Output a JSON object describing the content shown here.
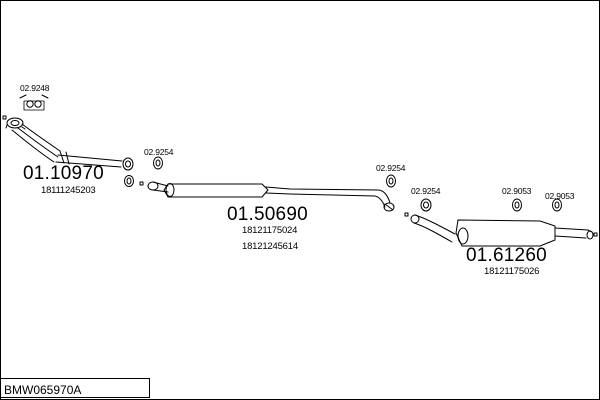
{
  "reference": "BMW065970A",
  "parts": [
    {
      "id": "front-pipe",
      "number": "01.10970",
      "oem": [
        "18111245203"
      ]
    },
    {
      "id": "center-silencer",
      "number": "01.50690",
      "oem": [
        "18121175024",
        "18121245614"
      ]
    },
    {
      "id": "rear-silencer",
      "number": "01.61260",
      "oem": [
        "18121175026"
      ]
    }
  ],
  "accessories": [
    {
      "id": "gasket-top-left",
      "number": "02.9248"
    },
    {
      "id": "ring-1",
      "number": "02.9254"
    },
    {
      "id": "ring-2",
      "number": "02.9254"
    },
    {
      "id": "ring-3",
      "number": "02.9254"
    },
    {
      "id": "mount-1",
      "number": "02.9053"
    },
    {
      "id": "mount-2",
      "number": "02.9053"
    }
  ]
}
